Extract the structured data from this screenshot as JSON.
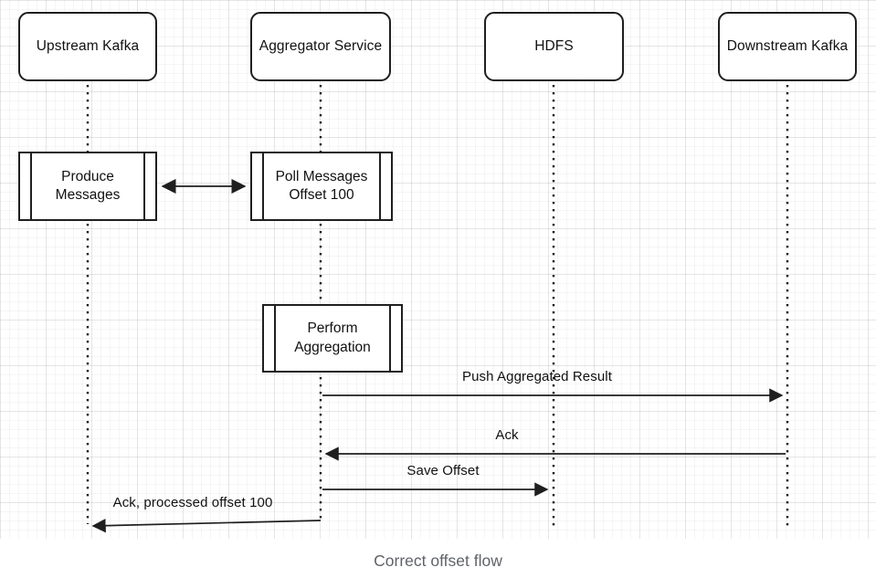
{
  "diagram": {
    "caption": "Correct offset flow",
    "participants": [
      {
        "label": "Upstream Kafka"
      },
      {
        "label": "Aggregator Service"
      },
      {
        "label": "HDFS"
      },
      {
        "label": "Downstream Kafka"
      }
    ],
    "activations": [
      {
        "lines": [
          "Produce",
          "Messages"
        ]
      },
      {
        "lines": [
          "Poll Messages",
          "Offset 100"
        ]
      },
      {
        "lines": [
          "Perform",
          "Aggregation"
        ]
      }
    ],
    "messages": [
      {
        "label": "Push Aggregated Result",
        "from": "Aggregator Service",
        "to": "Downstream Kafka"
      },
      {
        "label": "Ack",
        "from": "Downstream Kafka",
        "to": "Aggregator Service"
      },
      {
        "label": "Save Offset",
        "from": "Aggregator Service",
        "to": "HDFS"
      },
      {
        "label": "Ack, processed offset 100",
        "from": "Aggregator Service",
        "to": "Upstream Kafka"
      }
    ],
    "colors": {
      "stroke": "#1f1f1f",
      "caption": "#5f6368",
      "background": "#ffffff"
    }
  }
}
